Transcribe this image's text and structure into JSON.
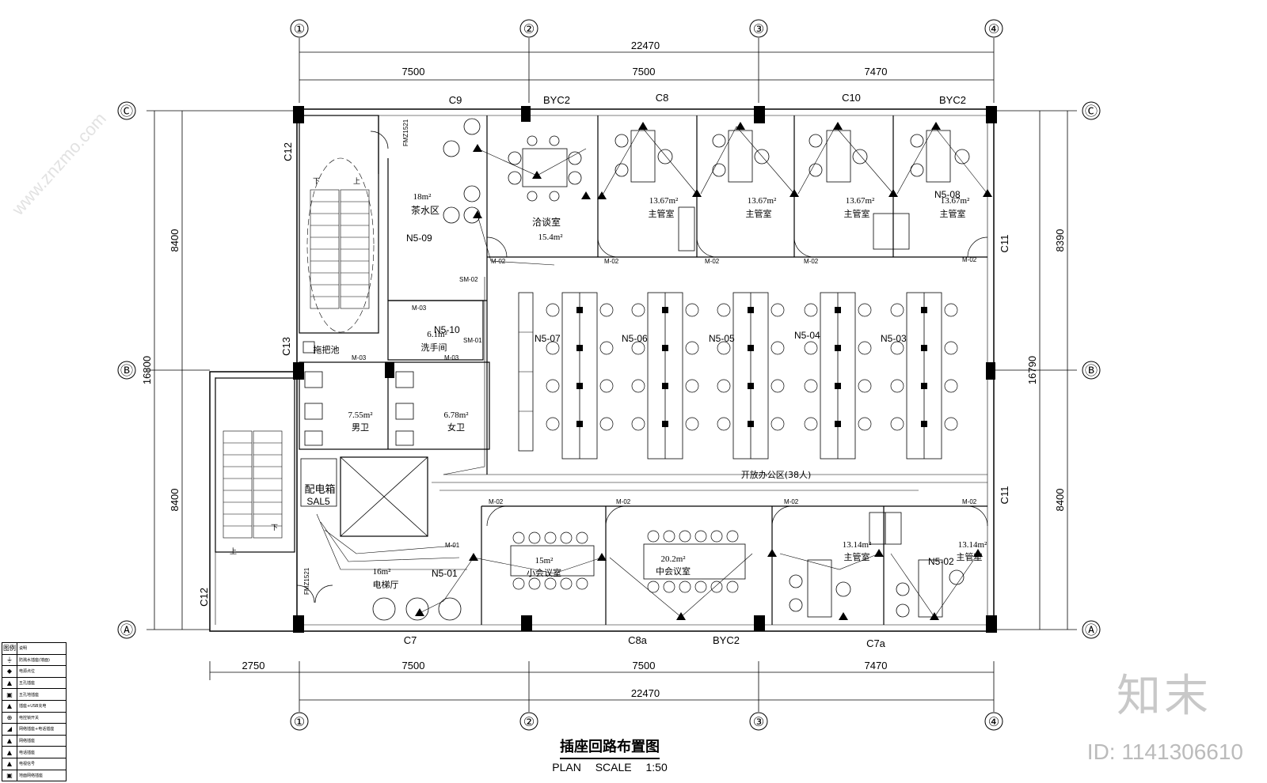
{
  "axes_cols": [
    "①",
    "②",
    "③",
    "④"
  ],
  "axes_rows": [
    "Ⓒ",
    "Ⓑ",
    "Ⓐ"
  ],
  "dims_top": {
    "total": "22470",
    "parts": [
      "7500",
      "7500",
      "7470"
    ]
  },
  "dims_bottom": {
    "total": "22470",
    "parts": [
      "2750",
      "7500",
      "7500",
      "7470"
    ]
  },
  "dims_left": {
    "total": "16800",
    "parts": [
      "8400",
      "8400"
    ]
  },
  "dims_right": {
    "total": "16790",
    "parts": [
      "8390",
      "8400"
    ]
  },
  "windows_top": [
    "C9",
    "BYC2",
    "C8",
    "C10",
    "BYC2"
  ],
  "windows_bottom": [
    "C7",
    "C8a",
    "BYC2",
    "C7a"
  ],
  "windows_side": [
    "C12",
    "C13",
    "C12",
    "C11",
    "C11"
  ],
  "rooms": {
    "tea": {
      "area": "18m²",
      "name": "茶水区"
    },
    "negotiation": {
      "name": "洽谈室",
      "area": "15.4m²"
    },
    "manager1": {
      "area": "13.67m²",
      "name": "主管室"
    },
    "manager2": {
      "area": "13.67m²",
      "name": "主管室"
    },
    "manager3": {
      "area": "13.67m²",
      "name": "主管室"
    },
    "manager4": {
      "area": "13.67m²",
      "name": "主管室"
    },
    "wash": {
      "area": "6.1m²",
      "name": "洗手间"
    },
    "mop": {
      "name": "拖把池"
    },
    "men": {
      "area": "7.55m²",
      "name": "男卫"
    },
    "women": {
      "area": "6.78m²",
      "name": "女卫"
    },
    "open_office": {
      "name": "开放办公区(38人)"
    },
    "elevator_hall": {
      "area": "16m²",
      "name": "电梯厅"
    },
    "small_meeting": {
      "area": "15m²",
      "name": "小会议室"
    },
    "mid_meeting": {
      "area": "20.2m²",
      "name": "中会议室"
    },
    "manager5": {
      "area": "13.14m²",
      "name": "主管室"
    },
    "manager6": {
      "area": "13.14m²",
      "name": "主管室"
    },
    "panel": {
      "name": "配电箱",
      "code": "SAL5"
    }
  },
  "circuits": [
    "N5-01",
    "N5-02",
    "N5-03",
    "N5-04",
    "N5-05",
    "N5-06",
    "N5-07",
    "N5-08",
    "N5-09",
    "N5-10"
  ],
  "doors": [
    "M-02",
    "M-03",
    "M-01",
    "SM-01",
    "SM-02",
    "FMZ1521"
  ],
  "legend": {
    "header_icon": "图例",
    "header_text": "说明",
    "items": [
      {
        "icon": "⏚",
        "text": "防溅水插座(墙面)"
      },
      {
        "icon": "◆",
        "text": "电源点位"
      },
      {
        "icon": "▲",
        "text": "五孔插座"
      },
      {
        "icon": "▣",
        "text": "五孔地插座"
      },
      {
        "icon": "▲",
        "text": "插座+USB充电"
      },
      {
        "icon": "⊕",
        "text": "电控锁开关"
      },
      {
        "icon": "◢",
        "text": "网络插座+电话插座"
      },
      {
        "icon": "▲",
        "text": "网络插座"
      },
      {
        "icon": "▲",
        "text": "电话插座"
      },
      {
        "icon": "▲",
        "text": "电视信号"
      },
      {
        "icon": "▣",
        "text": "地面网络插座"
      }
    ]
  },
  "title": {
    "cn": "插座回路布置图",
    "en": "PLAN  SCALE  1:50"
  },
  "watermark": {
    "brand": "知末",
    "id": "ID: 1141306610",
    "site": "www.znzmo.com"
  }
}
